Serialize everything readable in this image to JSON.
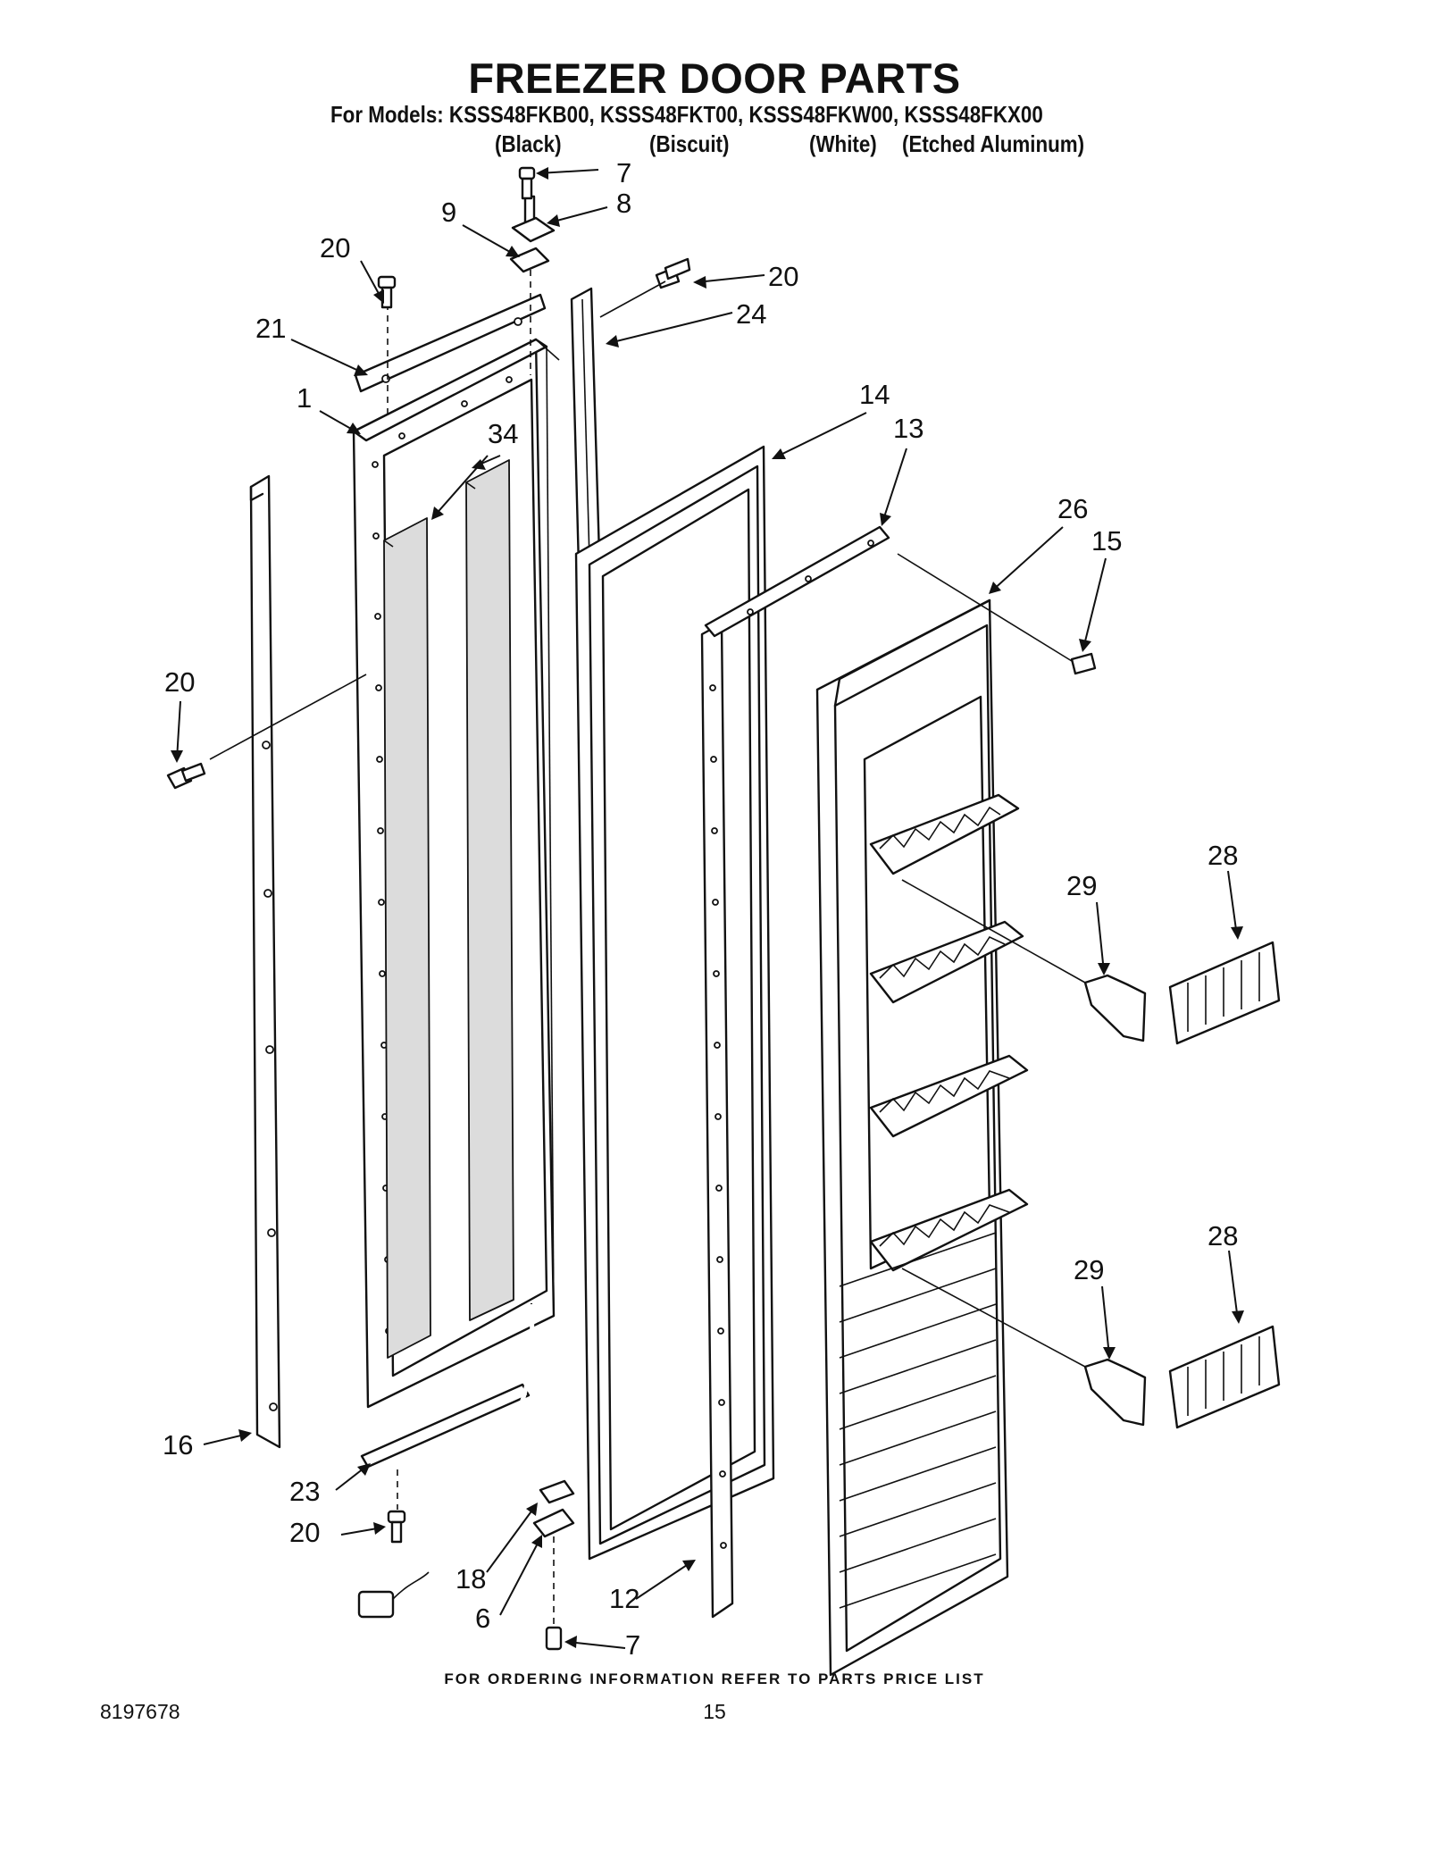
{
  "header": {
    "title": "FREEZER DOOR PARTS",
    "models_line": "For Models: KSSS48FKB00, KSSS48FKT00, KSSS48FKW00, KSSS48FKX00",
    "colors": [
      "(Black)",
      "(Biscuit)",
      "(White)",
      "(Etched Aluminum)"
    ]
  },
  "callouts": {
    "c1": "1",
    "c6": "6",
    "c7a": "7",
    "c7b": "7",
    "c8": "8",
    "c9": "9",
    "c12": "12",
    "c13": "13",
    "c14": "14",
    "c15": "15",
    "c16": "16",
    "c18": "18",
    "c20a": "20",
    "c20b": "20",
    "c20c": "20",
    "c20d": "20",
    "c21": "21",
    "c23": "23",
    "c24": "24",
    "c26": "26",
    "c28a": "28",
    "c28b": "28",
    "c29a": "29",
    "c29b": "29",
    "c34": "34"
  },
  "footer": {
    "note": "FOR ORDERING INFORMATION REFER TO PARTS PRICE LIST",
    "doc_number": "8197678",
    "page_number": "15"
  }
}
